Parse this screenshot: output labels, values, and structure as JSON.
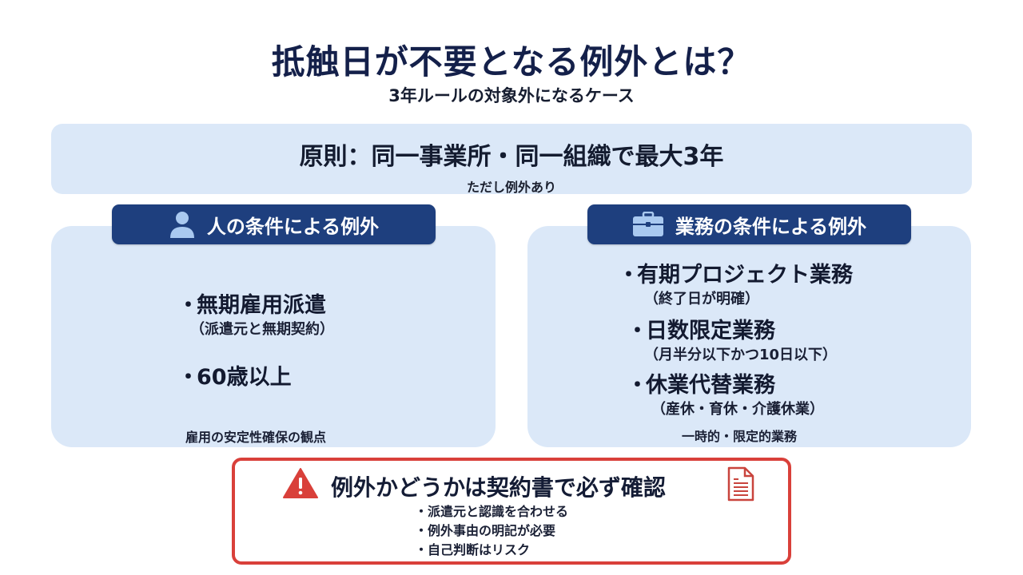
{
  "header": {
    "title": "抵触日が不要となる例外とは？",
    "subtitle": "3年ルールの対象外になるケース"
  },
  "principle": {
    "main": "原則：同一事業所・同一組織で最大3年",
    "sub": "ただし例外あり"
  },
  "left_panel": {
    "icon": "person-icon",
    "heading": "人の条件による例外",
    "items": [
      {
        "label": "無期雇用派遣",
        "detail": "（派遣元と無期契約）"
      },
      {
        "label": "60歳以上"
      }
    ],
    "bullet": "・",
    "note": "雇用の安定性確保の観点"
  },
  "right_panel": {
    "icon": "briefcase-icon",
    "heading": "業務の条件による例外",
    "items": [
      {
        "label": "有期プロジェクト業務",
        "detail": "（終了日が明確）"
      },
      {
        "label": "日数限定業務",
        "detail": "（月半分以下かつ10日以下）"
      },
      {
        "label": "休業代替業務",
        "detail": "（産休・育休・介護休業）"
      }
    ],
    "bullet": "・",
    "note": "一時的・限定的業務"
  },
  "warning": {
    "icon": "warning-icon",
    "doc_icon": "document-icon",
    "title": "例外かどうかは契約書で必ず確認",
    "points": [
      "・派遣元と認識を合わせる",
      "・例外事由の明記が必要",
      "・自己判断はリスク"
    ]
  },
  "colors": {
    "navy": "#1e3f7e",
    "panel_bg": "#dbe8f8",
    "warning_red": "#d9403a",
    "text": "#14204a"
  }
}
